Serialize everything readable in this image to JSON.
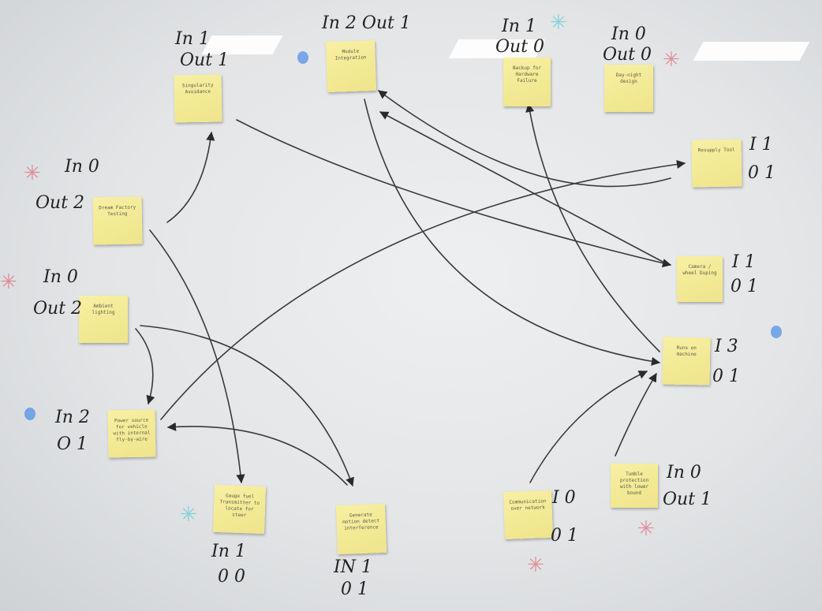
{
  "accent_colors": {
    "note": "#f2e892",
    "ink": "#2a2a2a",
    "marker_red": "#e3485a",
    "marker_blue": "#3d86e6",
    "marker_teal": "#36c6d6"
  },
  "notes": [
    {
      "id": "singularity",
      "text": "Singularity Avoidance"
    },
    {
      "id": "module",
      "text": "Module Integration"
    },
    {
      "id": "backup",
      "text": "Backup for Hardware Failure"
    },
    {
      "id": "design",
      "text": "Day-night design"
    },
    {
      "id": "tool",
      "text": "Resupply Tool"
    },
    {
      "id": "dream",
      "text": "Dream Factory Testing"
    },
    {
      "id": "ambient",
      "text": "Ambient lighting"
    },
    {
      "id": "power",
      "text": "Power source for vehicle with internal fly-by-wire"
    },
    {
      "id": "gauge",
      "text": "Gauge fuel Transmitter to locate for steer"
    },
    {
      "id": "generate",
      "text": "Generate motion detect interference"
    },
    {
      "id": "comms",
      "text": "Communication over network"
    },
    {
      "id": "tumble",
      "text": "Tumble protection with lower bound"
    },
    {
      "id": "wheel",
      "text": "Camera / wheel Duping"
    },
    {
      "id": "run",
      "text": "Runs on machine"
    }
  ],
  "labels": [
    {
      "id": "singularity",
      "line1": "In 1",
      "line2": "Out 1"
    },
    {
      "id": "module",
      "line1": "In 2  Out 1",
      "line2": ""
    },
    {
      "id": "backup",
      "line1": "In 1",
      "line2": "Out 0"
    },
    {
      "id": "design",
      "line1": "In 0",
      "line2": "Out 0"
    },
    {
      "id": "tool",
      "line1": "I 1",
      "line2": "0 1"
    },
    {
      "id": "dream",
      "line1": "In 0",
      "line2": "Out 2"
    },
    {
      "id": "ambient",
      "line1": "In 0",
      "line2": "Out 2"
    },
    {
      "id": "power",
      "line1": "In 2",
      "line2": "O 1"
    },
    {
      "id": "wheel",
      "line1": "I  1",
      "line2": "0  1"
    },
    {
      "id": "run",
      "line1": "I   3",
      "line2": "0  1"
    },
    {
      "id": "gauge",
      "line1": "In 1",
      "line2": "0 0"
    },
    {
      "id": "generate",
      "line1": "IN 1",
      "line2": "0  1"
    },
    {
      "id": "comms",
      "line1": "I 0",
      "line2": "0 1"
    },
    {
      "id": "tumble",
      "line1": "In 0",
      "line2": "Out 1"
    }
  ]
}
